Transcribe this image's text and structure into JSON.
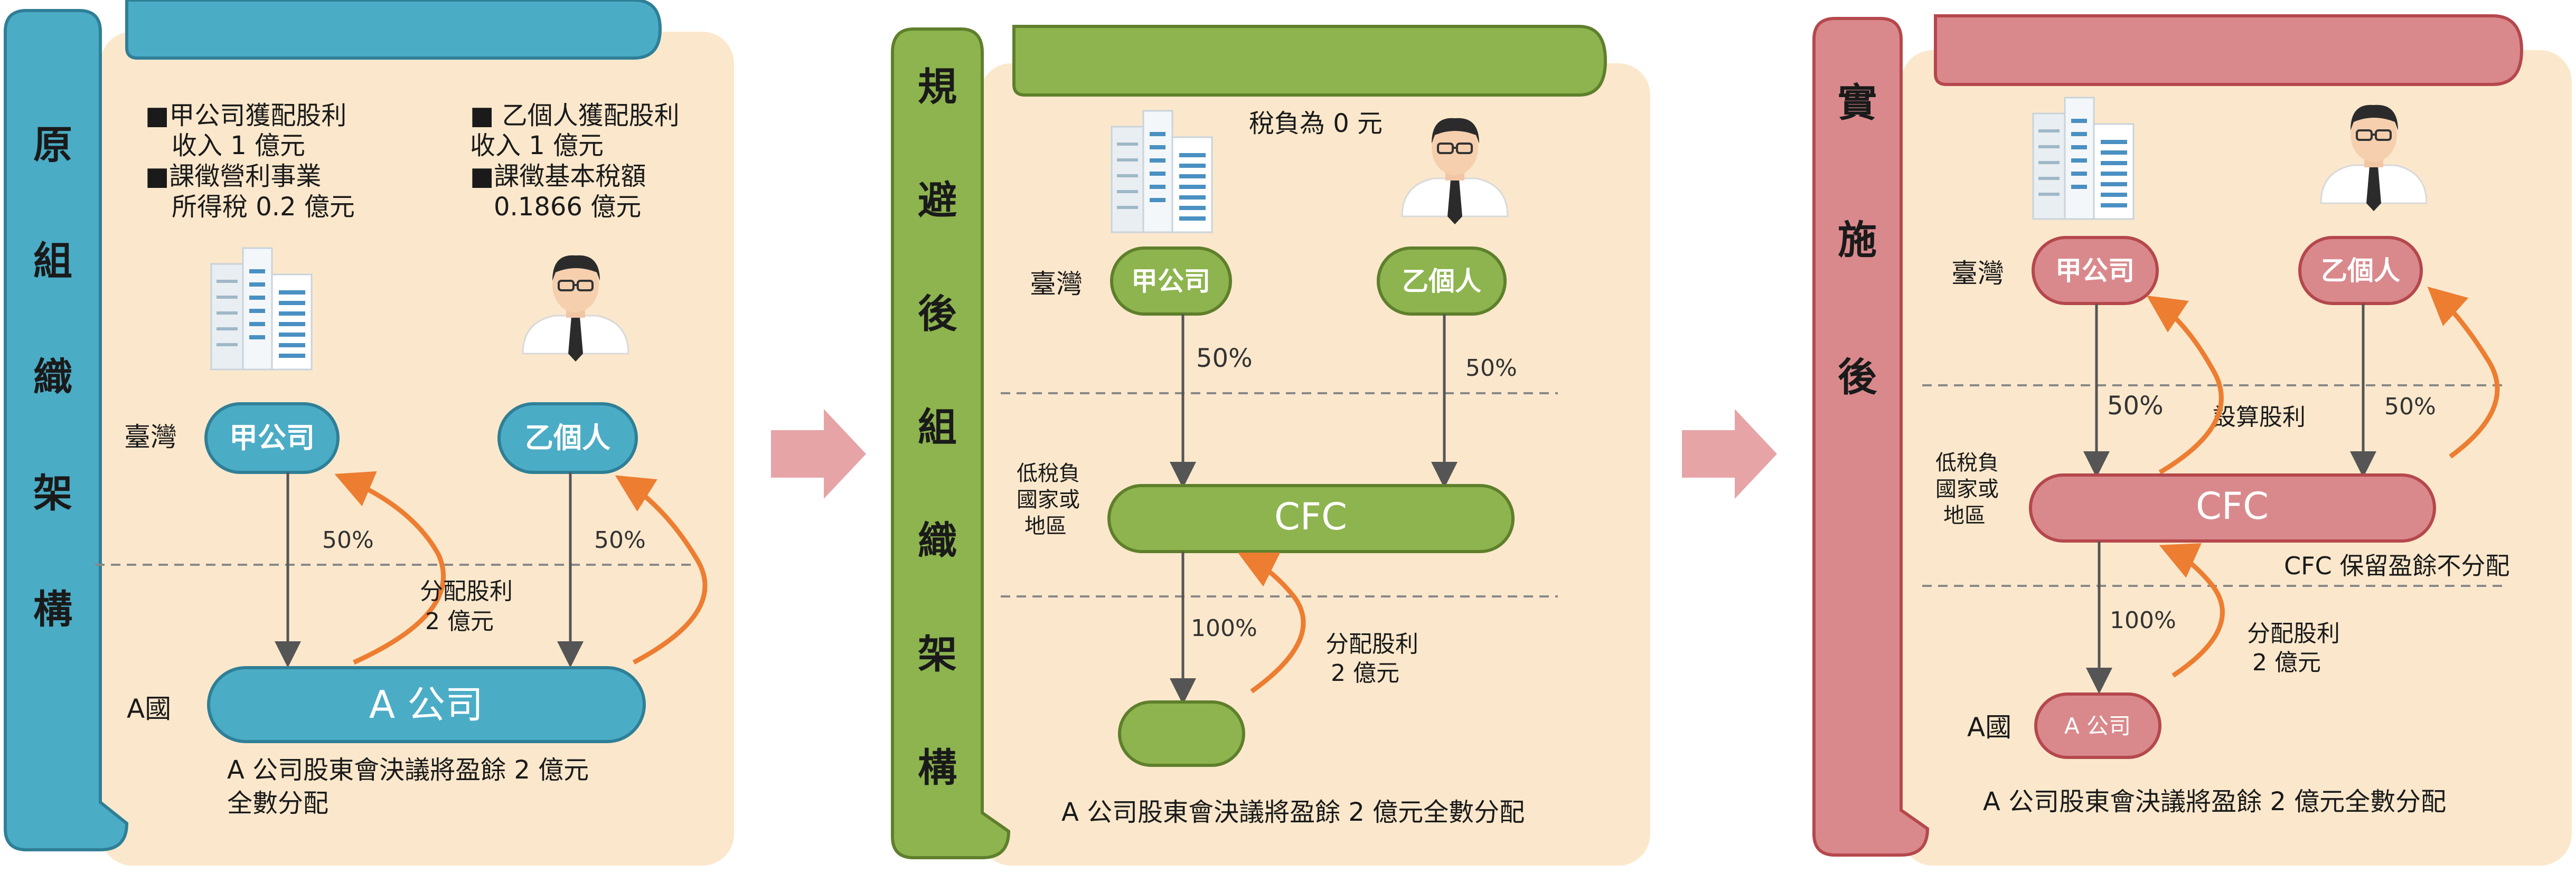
{
  "panel1": {
    "vertical_title": [
      "原",
      "組",
      "織",
      "架",
      "構"
    ],
    "note_left": [
      "■甲公司獲配股利",
      "收入 1 億元",
      "■課徵營利事業",
      "所得稅 0.2 億元"
    ],
    "note_right": [
      "■ 乙個人獲配股利",
      "收入 1 億元",
      "■課徵基本稅額",
      "0.1866 億元"
    ],
    "taiwan": "臺灣",
    "company_a_jia": "甲公司",
    "person_yi": "乙個人",
    "pct_left": "50%",
    "pct_right": "50%",
    "dividend": [
      "分配股利",
      "2 億元"
    ],
    "country_a": "A國",
    "company_a": "A 公司",
    "bottom": [
      "A 公司股東會決議將盈餘 2 億元",
      "全數分配"
    ]
  },
  "panel2": {
    "vertical_title": [
      "規",
      "避",
      "後",
      "組",
      "織",
      "架",
      "構"
    ],
    "tax_zero": "稅負為 0 元",
    "taiwan": "臺灣",
    "company_a_jia": "甲公司",
    "person_yi": "乙個人",
    "pct_left": "50%",
    "pct_right": "50%",
    "low_tax": [
      "低稅負",
      "國家或",
      "地區"
    ],
    "cfc": "CFC",
    "pct_100": "100%",
    "dividend": [
      "分配股利",
      "2 億元"
    ],
    "bottom": "A 公司股東會決議將盈餘 2 億元全數分配"
  },
  "panel3": {
    "vertical_title": [
      "實",
      "施",
      "後"
    ],
    "taiwan": "臺灣",
    "company_a_jia": "甲公司",
    "person_yi": "乙個人",
    "pct_left": "50%",
    "pct_right": "50%",
    "deemed": "設算股利",
    "low_tax": [
      "低稅負",
      "國家或",
      "地區"
    ],
    "cfc": "CFC",
    "cfc_note": "CFC 保留盈餘不分配",
    "pct_100": "100%",
    "dividend": [
      "分配股利",
      "2 億元"
    ],
    "country_a": "A國",
    "company_a": "A 公司",
    "bottom": "A 公司股東會決議將盈餘 2 億元全數分配"
  },
  "colors": {
    "panel_bg": "#fbe8cc",
    "blue": "#4bacc6",
    "blue_dark": "#2f7f96",
    "green": "#8db44e",
    "green_dark": "#5f7f2c",
    "red": "#d9898c",
    "red_dark": "#b5484d",
    "arrow_orange": "#ed7d31",
    "gray_line": "#555555",
    "pink_arrow": "#e6a4a7"
  }
}
